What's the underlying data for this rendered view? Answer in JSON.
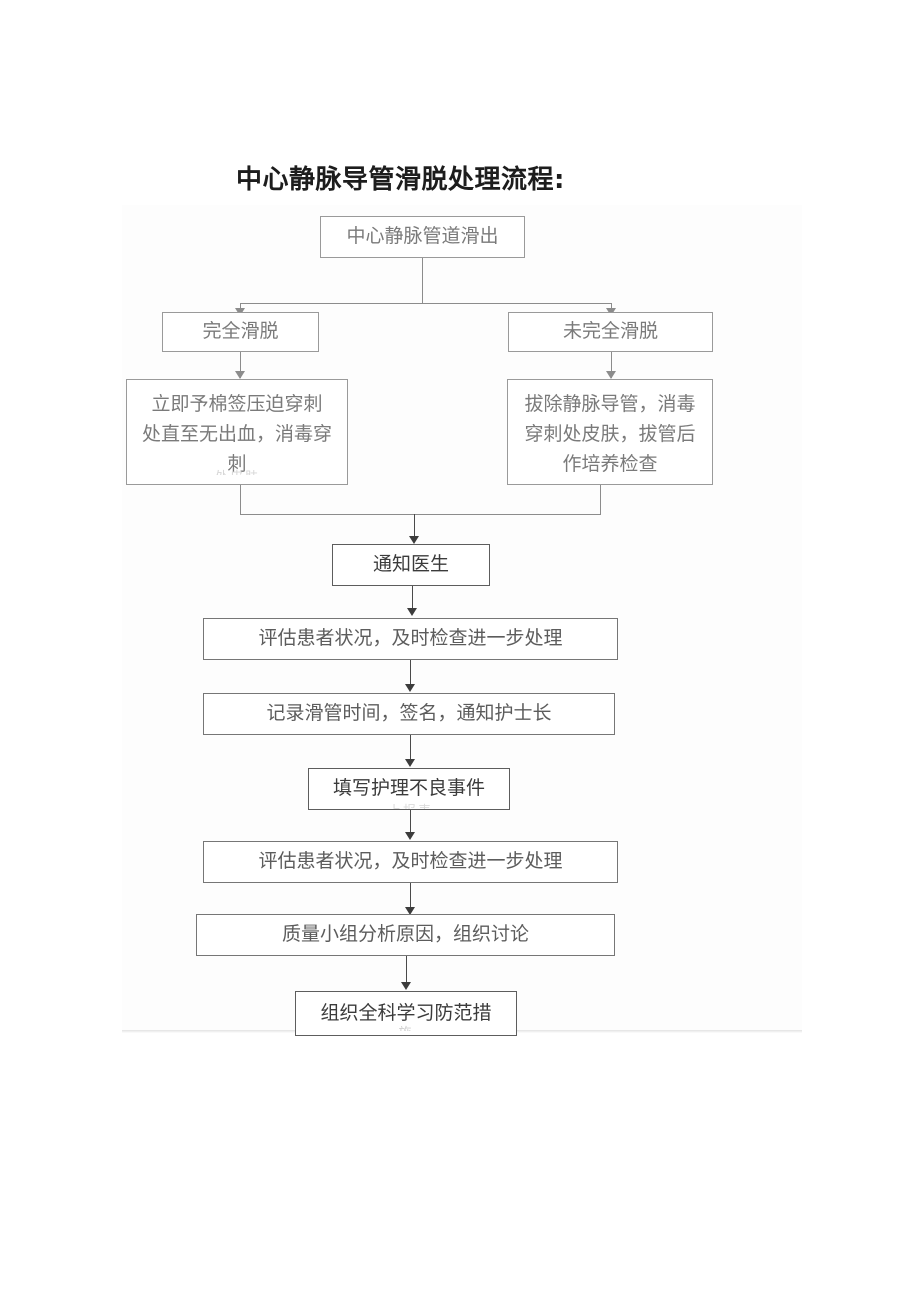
{
  "document": {
    "title": "中心静脉导管滑脱处理流程:",
    "background_color": "#ffffff"
  },
  "flowchart": {
    "type": "flowchart",
    "orientation": "top-to-bottom",
    "nodes": [
      {
        "id": "start",
        "label": "中心静脉管道滑出"
      },
      {
        "id": "branch_left",
        "label": "完全滑脱"
      },
      {
        "id": "branch_right",
        "label": "未完全滑脱"
      },
      {
        "id": "action_left",
        "label": "立即予棉签压迫穿刺\n处直至无出血，消毒穿\n刺",
        "ghost_line": "处皮肤"
      },
      {
        "id": "action_right",
        "label": "拔除静脉导管，消毒\n穿刺处皮肤，拔管后\n作培养检查"
      },
      {
        "id": "notify",
        "label": "通知医生"
      },
      {
        "id": "assess1",
        "label": "评估患者状况，及时检查进一步处理"
      },
      {
        "id": "record",
        "label": "记录滑管时间，签名，通知护士长"
      },
      {
        "id": "report",
        "label": "填写护理不良事件",
        "ghost_line": "上报表"
      },
      {
        "id": "assess2",
        "label": "评估患者状况，及时检查进一步处理"
      },
      {
        "id": "quality",
        "label": "质量小组分析原因，组织讨论"
      },
      {
        "id": "training",
        "label": "组织全科学习防范措",
        "ghost_line": "施"
      }
    ],
    "edges": [
      {
        "from": "start",
        "to": "branch_left",
        "style": "split"
      },
      {
        "from": "start",
        "to": "branch_right",
        "style": "split"
      },
      {
        "from": "branch_left",
        "to": "action_left",
        "style": "straight"
      },
      {
        "from": "branch_right",
        "to": "action_right",
        "style": "straight"
      },
      {
        "from": "action_left",
        "to": "notify",
        "style": "merge"
      },
      {
        "from": "action_right",
        "to": "notify",
        "style": "merge"
      },
      {
        "from": "notify",
        "to": "assess1",
        "style": "straight"
      },
      {
        "from": "assess1",
        "to": "record",
        "style": "straight"
      },
      {
        "from": "record",
        "to": "report",
        "style": "straight"
      },
      {
        "from": "report",
        "to": "assess2",
        "style": "straight"
      },
      {
        "from": "assess2",
        "to": "quality",
        "style": "straight"
      },
      {
        "from": "quality",
        "to": "training",
        "style": "straight"
      }
    ],
    "colors": {
      "box_border": "#9a9a9a",
      "box_border_dark": "#5d5d5d",
      "text_light": "#7a7a7a",
      "text_dark": "#3b3b3b",
      "connector": "#8c8c8c"
    }
  }
}
